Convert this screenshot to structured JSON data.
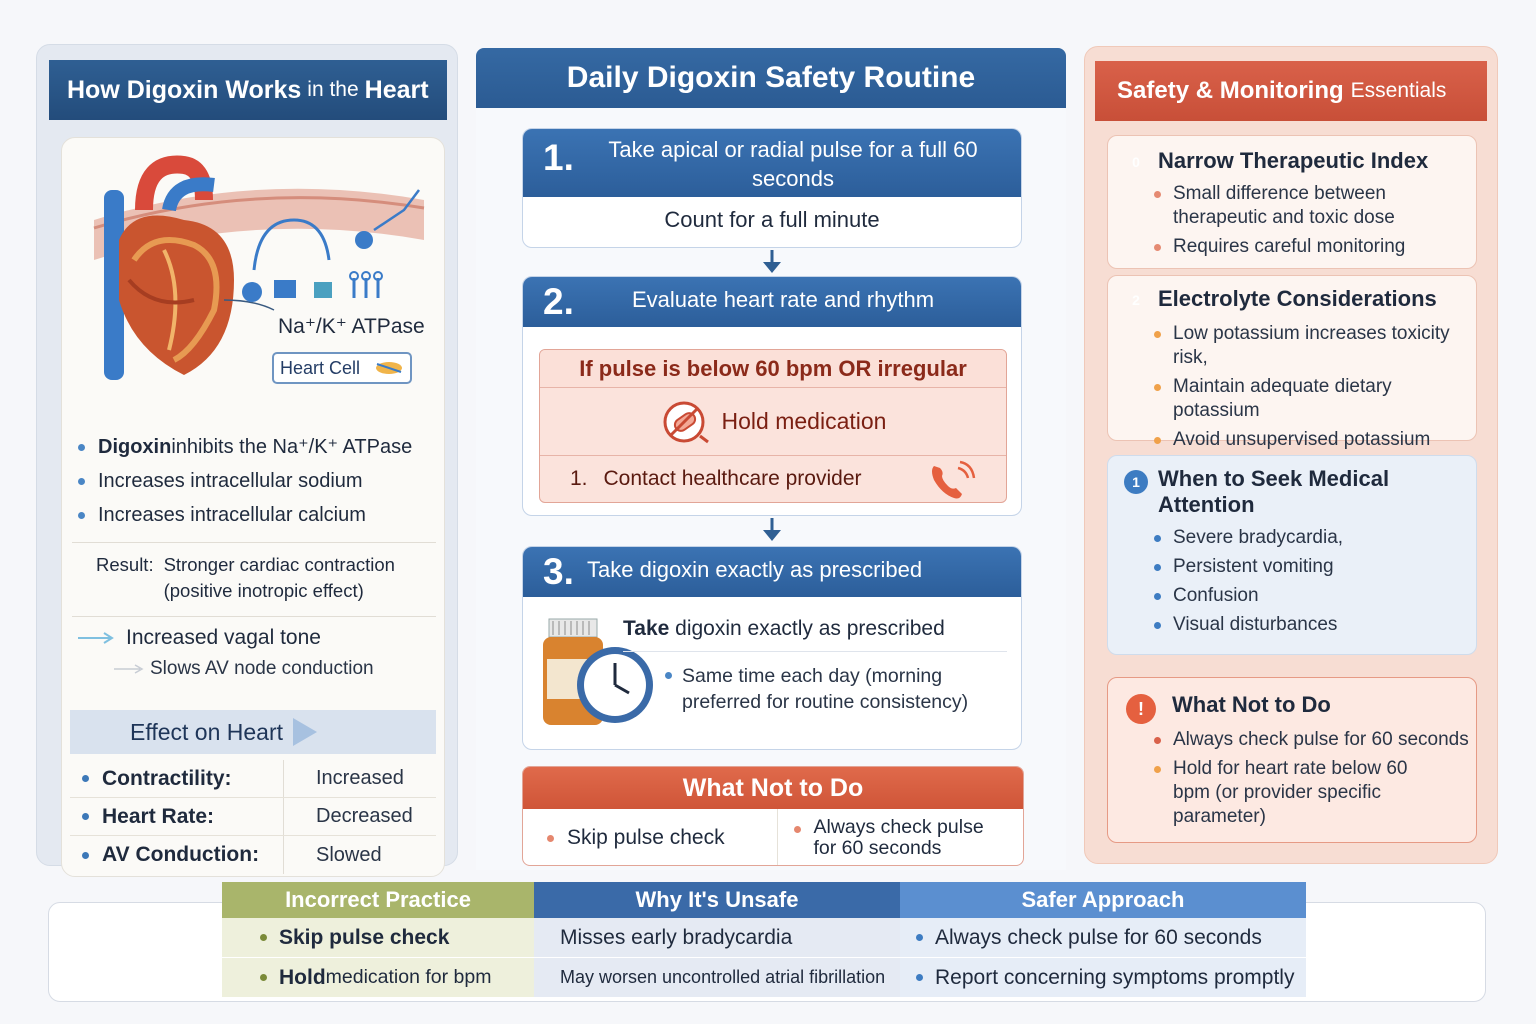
{
  "left": {
    "header_main1": "How Digoxin Works",
    "header_lite": "in the",
    "header_main2": "Heart",
    "na_label": "Na⁺/K⁺ ATPase",
    "cell_label": "Heart Cell",
    "bullets": [
      {
        "bold": "Digoxin",
        "text": " inhibits the Na⁺/K⁺ ATPase"
      },
      {
        "bold": "",
        "text": "Increases intracellular sodium"
      },
      {
        "bold": "",
        "text": "Increases intracellular calcium"
      }
    ],
    "result_label": "Result:",
    "result_line1": "Stronger cardiac contraction",
    "result_line2": "(positive inotropic effect)",
    "vagal": "Increased vagal tone",
    "slows": "Slows AV node conduction",
    "effect_title": "Effect on Heart",
    "effects": [
      {
        "k": "Contractility:",
        "v": "Increased"
      },
      {
        "k": "Heart Rate:",
        "v": "Decreased"
      },
      {
        "k": "AV Conduction:",
        "v": "Slowed"
      }
    ]
  },
  "center": {
    "title": "Daily Digoxin Safety Routine",
    "step1": {
      "num": "1.",
      "title": "Take apical or radial pulse for a full 60 seconds",
      "sub": "Count for a full minute"
    },
    "step2": {
      "num": "2.",
      "title": "Evaluate heart rate and rhythm",
      "cond": "If pulse is below 60 bpm OR irregular",
      "hold": "Hold medication",
      "contact_num": "1.",
      "contact": "Contact healthcare provider"
    },
    "step3": {
      "num": "3.",
      "title": "Take digoxin exactly as prescribed",
      "inner_bold": "Take",
      "inner_text": " digoxin exactly as prescribed",
      "bullet": "Same time each day (morning preferred for routine consistency)"
    },
    "wnd": {
      "title": "What Not to Do",
      "left": "Skip pulse check",
      "right": "Always check pulse for 60 seconds"
    }
  },
  "right": {
    "header_main": "Safety & Monitoring",
    "header_lite": "Essentials",
    "cards": [
      {
        "badge": "0",
        "title": "Narrow Therapeutic Index",
        "items": [
          "Small difference between therapeutic and toxic dose",
          "Requires careful monitoring"
        ],
        "badge_color": "#f0922b",
        "dot_color": "#e58a72"
      },
      {
        "badge": "2",
        "title": "Electrolyte Considerations",
        "items": [
          "Low potassium increases toxicity risk,",
          "Maintain adequate dietary potassium",
          "Avoid unsupervised potassium supplements"
        ],
        "badge_color": "#f0922b",
        "dot_color": "#f0a14a"
      },
      {
        "badge": "1",
        "title": "When to Seek Medical Attention",
        "items": [
          "Severe bradycardia,",
          "Persistent vomiting",
          "Confusion",
          "Visual disturbances"
        ],
        "badge_color": "#3d7cc2",
        "dot_color": "#3d7cc2"
      },
      {
        "badge": "!",
        "title": "What Not to Do",
        "items": [
          "Always check pulse for 60 seconds",
          "Hold for heart rate below 60 bpm (or provider specific parameter)"
        ],
        "badge_color": "#e5603f",
        "dot_color": "#d9614a"
      }
    ]
  },
  "bottom": {
    "columns": [
      {
        "header": "Incorrect Practice",
        "header_color": "#a9b56b",
        "cell_color": "#eef0dc",
        "dot_color": "#7a8a38",
        "rows": [
          {
            "bold": "Skip pulse check",
            "text": ""
          },
          {
            "bold": "Hold",
            "text": " medication for bpm"
          }
        ]
      },
      {
        "header": "Why It's Unsafe",
        "header_color": "#3a6aa8",
        "cell_color": "#e5eaf3",
        "dot_color": "",
        "rows": [
          {
            "bold": "",
            "text": "Misses early bradycardia"
          },
          {
            "bold": "",
            "text": "May worsen uncontrolled atrial fibrillation"
          }
        ]
      },
      {
        "header": "Safer Approach",
        "header_color": "#5b8fd0",
        "cell_color": "#e6edf7",
        "dot_color": "#3d7cc2",
        "rows": [
          {
            "bold": "",
            "text": "Always check pulse for 60 seconds"
          },
          {
            "bold": "",
            "text": "Report concerning symptoms promptly"
          }
        ]
      }
    ]
  }
}
